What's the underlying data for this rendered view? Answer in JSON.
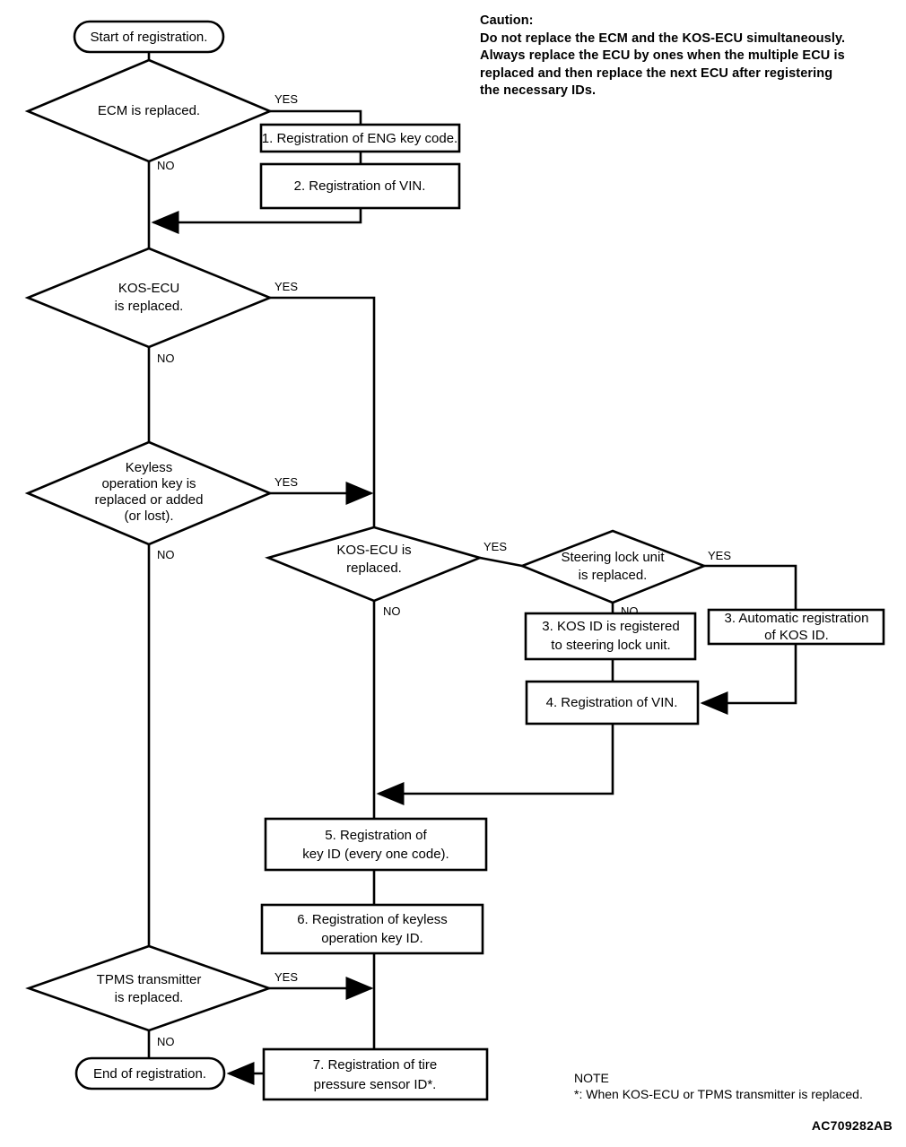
{
  "figure": {
    "code": "AC709282AB"
  },
  "caution": {
    "heading": "Caution:",
    "lines": [
      "Do not replace the ECM and the KOS-ECU simultaneously.",
      "Always replace the ECU by ones when the multiple ECU is",
      "replaced and then replace the next ECU after registering",
      "the necessary IDs."
    ]
  },
  "note": {
    "heading": "NOTE",
    "text": "*: When KOS-ECU or TPMS transmitter is replaced."
  },
  "nodes": {
    "start": {
      "label": "Start of registration."
    },
    "end": {
      "label": "End of registration."
    },
    "d_ecm": {
      "label": "ECM is replaced."
    },
    "d_kos1": {
      "line1": "KOS-ECU",
      "line2": "is replaced."
    },
    "d_keyless": {
      "line1": "Keyless",
      "line2": "operation key is",
      "line3": "replaced or added",
      "line4": "(or lost)."
    },
    "d_kos2": {
      "line1": "KOS-ECU is",
      "line2": "replaced."
    },
    "d_steer": {
      "line1": "Steering lock unit",
      "line2": "is replaced."
    },
    "d_tpms": {
      "line1": "TPMS transmitter",
      "line2": "is replaced."
    },
    "b1": {
      "label": "1. Registration of ENG key code."
    },
    "b2": {
      "label": "2. Registration of VIN."
    },
    "b3a": {
      "line1": "3. KOS ID is registered",
      "line2": "to steering lock unit."
    },
    "b3b": {
      "line1": "3. Automatic registration",
      "line2": "of KOS ID."
    },
    "b4": {
      "label": "4. Registration of VIN."
    },
    "b5": {
      "line1": "5. Registration of",
      "line2": "key ID (every one code)."
    },
    "b6": {
      "line1": "6. Registration of keyless",
      "line2": "operation key ID."
    },
    "b7": {
      "line1": "7. Registration of tire",
      "line2": "pressure sensor ID*."
    }
  },
  "edge_labels": {
    "ecm_yes": "YES",
    "ecm_no": "NO",
    "kos1_yes": "YES",
    "kos1_no": "NO",
    "keyless_yes": "YES",
    "keyless_no": "NO",
    "kos2_yes": "YES",
    "kos2_no": "NO",
    "steer_yes": "YES",
    "steer_no": "NO",
    "tpms_yes": "YES",
    "tpms_no": "NO"
  },
  "colors": {
    "stroke": "#000000",
    "fill": "#ffffff",
    "background": "#ffffff"
  }
}
